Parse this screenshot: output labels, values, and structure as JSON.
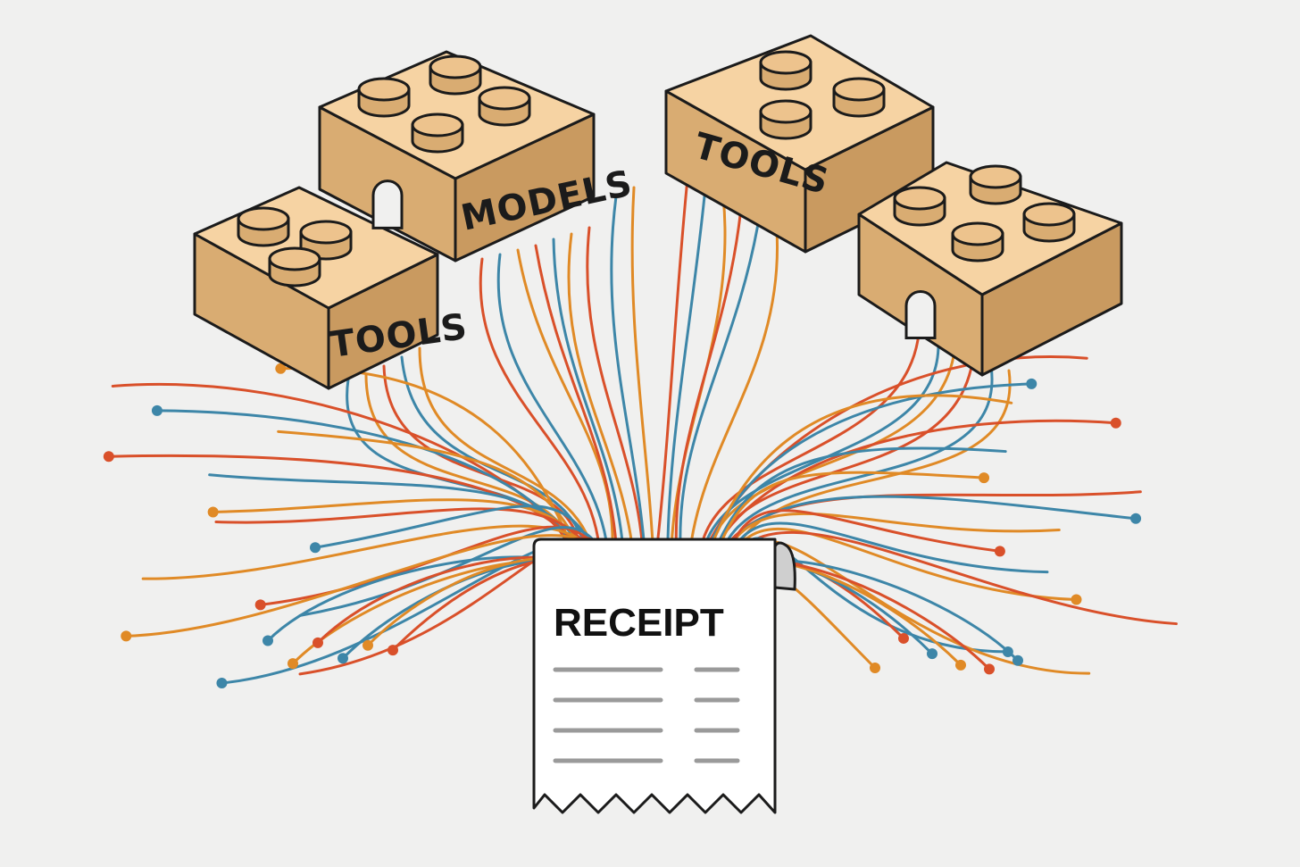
{
  "colors": {
    "background": "#f0f0ef",
    "brick_top": "#f6d3a3",
    "brick_left": "#d9ac72",
    "brick_right": "#c99a60",
    "stud": "#edc38d",
    "outline": "#1b1b1b",
    "wire_blue": "#3d86a8",
    "wire_orange": "#e08a26",
    "wire_red": "#d9502a",
    "receipt_paper": "#ffffff",
    "receipt_lines": "#9a9a9a"
  },
  "blocks": [
    {
      "id": "tools-left",
      "label": "TOOLS"
    },
    {
      "id": "models",
      "label": "MODELS"
    },
    {
      "id": "tools-right",
      "label": "TOOLS"
    },
    {
      "id": "blank-right",
      "label": ""
    }
  ],
  "receipt": {
    "title": "RECEIPT",
    "line_items": 4
  },
  "icons": [
    "lego-brick-icon",
    "receipt-icon",
    "wire-icon"
  ]
}
